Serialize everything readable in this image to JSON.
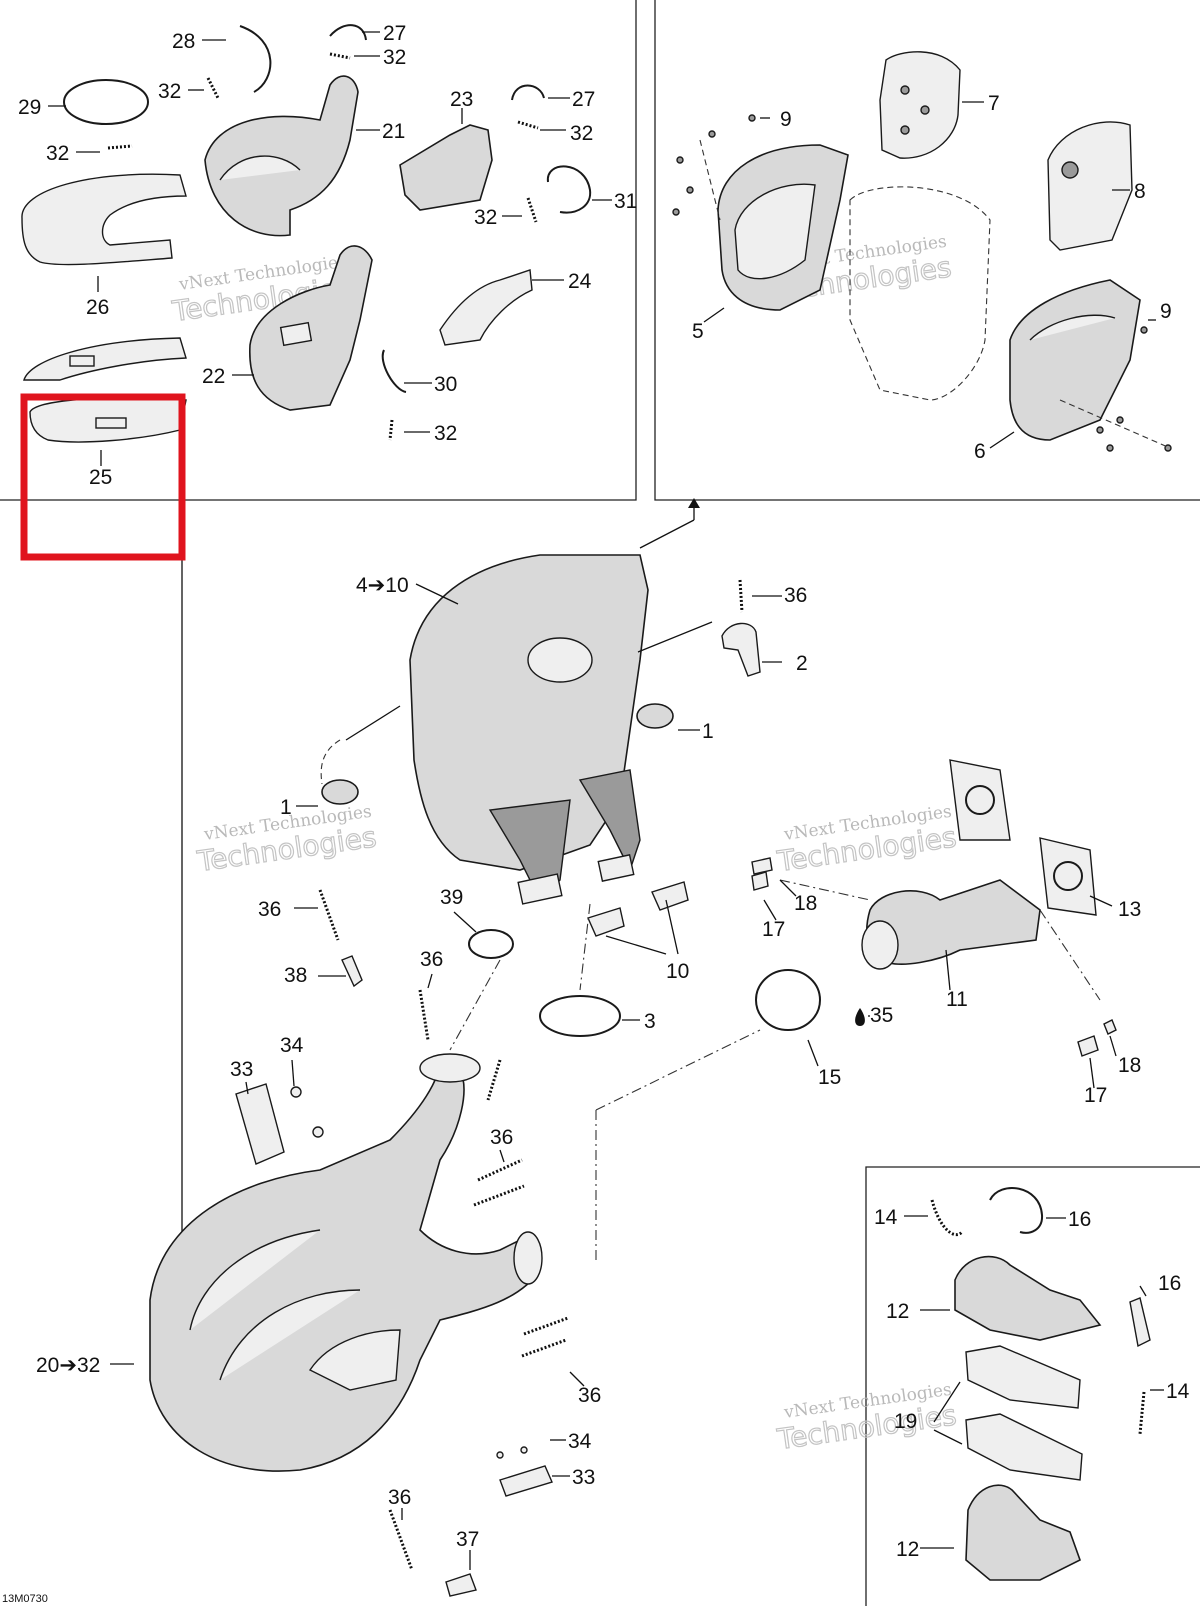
{
  "figure_code": "13M0730",
  "watermark": {
    "line1": "vNext Technologies",
    "line2": "Technologies"
  },
  "callouts": [
    {
      "id": "c-28",
      "text": "28"
    },
    {
      "id": "c-27a",
      "text": "27"
    },
    {
      "id": "c-32a",
      "text": "32"
    },
    {
      "id": "c-29",
      "text": "29"
    },
    {
      "id": "c-32b",
      "text": "32"
    },
    {
      "id": "c-21",
      "text": "21"
    },
    {
      "id": "c-23",
      "text": "23"
    },
    {
      "id": "c-27b",
      "text": "27"
    },
    {
      "id": "c-32c",
      "text": "32"
    },
    {
      "id": "c-32d",
      "text": "32"
    },
    {
      "id": "c-32e",
      "text": "32"
    },
    {
      "id": "c-31",
      "text": "31"
    },
    {
      "id": "c-26",
      "text": "26"
    },
    {
      "id": "c-24",
      "text": "24"
    },
    {
      "id": "c-22",
      "text": "22"
    },
    {
      "id": "c-30",
      "text": "30"
    },
    {
      "id": "c-32f",
      "text": "32"
    },
    {
      "id": "c-25",
      "text": "25"
    },
    {
      "id": "c-9a",
      "text": "9"
    },
    {
      "id": "c-7",
      "text": "7"
    },
    {
      "id": "c-8",
      "text": "8"
    },
    {
      "id": "c-5",
      "text": "5"
    },
    {
      "id": "c-9b",
      "text": "9"
    },
    {
      "id": "c-6",
      "text": "6"
    },
    {
      "id": "c-4-10",
      "text": "4➔10"
    },
    {
      "id": "c-36a",
      "text": "36"
    },
    {
      "id": "c-2",
      "text": "2"
    },
    {
      "id": "c-1a",
      "text": "1"
    },
    {
      "id": "c-1b",
      "text": "1"
    },
    {
      "id": "c-36b",
      "text": "36"
    },
    {
      "id": "c-39",
      "text": "39"
    },
    {
      "id": "c-18a",
      "text": "18"
    },
    {
      "id": "c-17a",
      "text": "17"
    },
    {
      "id": "c-13",
      "text": "13"
    },
    {
      "id": "c-10",
      "text": "10"
    },
    {
      "id": "c-38",
      "text": "38"
    },
    {
      "id": "c-36c",
      "text": "36"
    },
    {
      "id": "c-11",
      "text": "11"
    },
    {
      "id": "c-3",
      "text": "3"
    },
    {
      "id": "c-35",
      "text": "35"
    },
    {
      "id": "c-34a",
      "text": "34"
    },
    {
      "id": "c-33a",
      "text": "33"
    },
    {
      "id": "c-15",
      "text": "15"
    },
    {
      "id": "c-18b",
      "text": "18"
    },
    {
      "id": "c-17b",
      "text": "17"
    },
    {
      "id": "c-36d",
      "text": "36"
    },
    {
      "id": "c-14a",
      "text": "14"
    },
    {
      "id": "c-16a",
      "text": "16"
    },
    {
      "id": "c-16b",
      "text": "16"
    },
    {
      "id": "c-12a",
      "text": "12"
    },
    {
      "id": "c-20-32",
      "text": "20➔32"
    },
    {
      "id": "c-36e",
      "text": "36"
    },
    {
      "id": "c-19",
      "text": "19"
    },
    {
      "id": "c-14b",
      "text": "14"
    },
    {
      "id": "c-34b",
      "text": "34"
    },
    {
      "id": "c-33b",
      "text": "33"
    },
    {
      "id": "c-36f",
      "text": "36"
    },
    {
      "id": "c-37",
      "text": "37"
    },
    {
      "id": "c-12b",
      "text": "12"
    }
  ],
  "highlight_color": "#e0141e"
}
